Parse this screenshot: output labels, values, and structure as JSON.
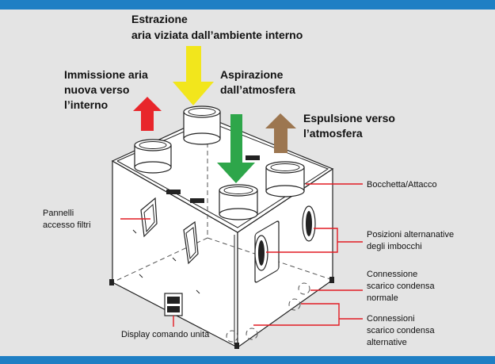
{
  "colors": {
    "header_bar": "#1f7fc4",
    "background": "#e4e4e4",
    "leader_line": "#e21b23",
    "arrow_intake_interior": "#e8262b",
    "arrow_extraction": "#f2e61c",
    "arrow_intake_outside": "#2ea64a",
    "arrow_expulsion": "#9c7650"
  },
  "flows": {
    "extraction": {
      "line1": "Estrazione",
      "line2": "aria viziata dall’ambiente interno"
    },
    "immission": {
      "line1": "Immissione aria",
      "line2": "nuova verso",
      "line3": "l’interno"
    },
    "aspiration": {
      "line1": "Aspirazione",
      "line2": "dall’atmosfera"
    },
    "expulsion": {
      "line1": "Espulsione verso",
      "line2": "l’atmosfera"
    }
  },
  "callouts": {
    "filters": {
      "line1": "Pannelli",
      "line2": "accesso filtri"
    },
    "connector": {
      "line1": "Bocchetta/Attacco"
    },
    "positions": {
      "line1": "Posizioni alternanative",
      "line2": "degli imbocchi"
    },
    "condensate_normal": {
      "line1": "Connessione",
      "line2": "scarico condensa",
      "line3": "normale"
    },
    "condensate_alt": {
      "line1": "Connessioni",
      "line2": "scarico condensa",
      "line3": "alternative"
    },
    "display": {
      "line1": "Display comando unità"
    }
  }
}
